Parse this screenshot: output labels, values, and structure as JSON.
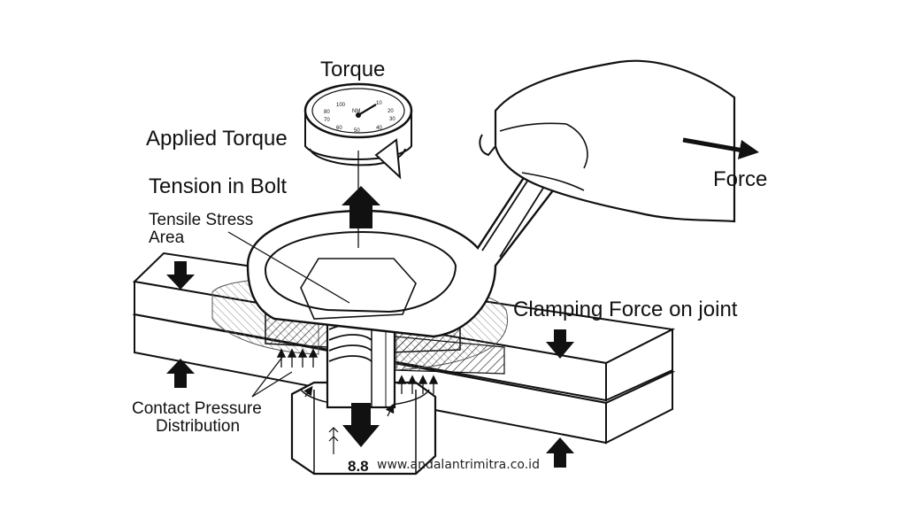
{
  "labels": {
    "torque": "Torque",
    "applied_torque": "Applied Torque",
    "tension_in_bolt": "Tension in Bolt",
    "tensile_stress_line1": "Tensile Stress",
    "tensile_stress_line2": "Area",
    "force": "Force",
    "clamping_force": "Clamping Force on joint",
    "contact_pressure_line1": "Contact Pressure",
    "contact_pressure_line2": "Distribution"
  },
  "gauge": {
    "unit": "NM",
    "ticks": [
      "100",
      "10",
      "80",
      "20",
      "70",
      "30",
      "60",
      "50",
      "40"
    ]
  },
  "bolt_grade": "8.8",
  "watermark": "www.andalantrimitra.co.id"
}
